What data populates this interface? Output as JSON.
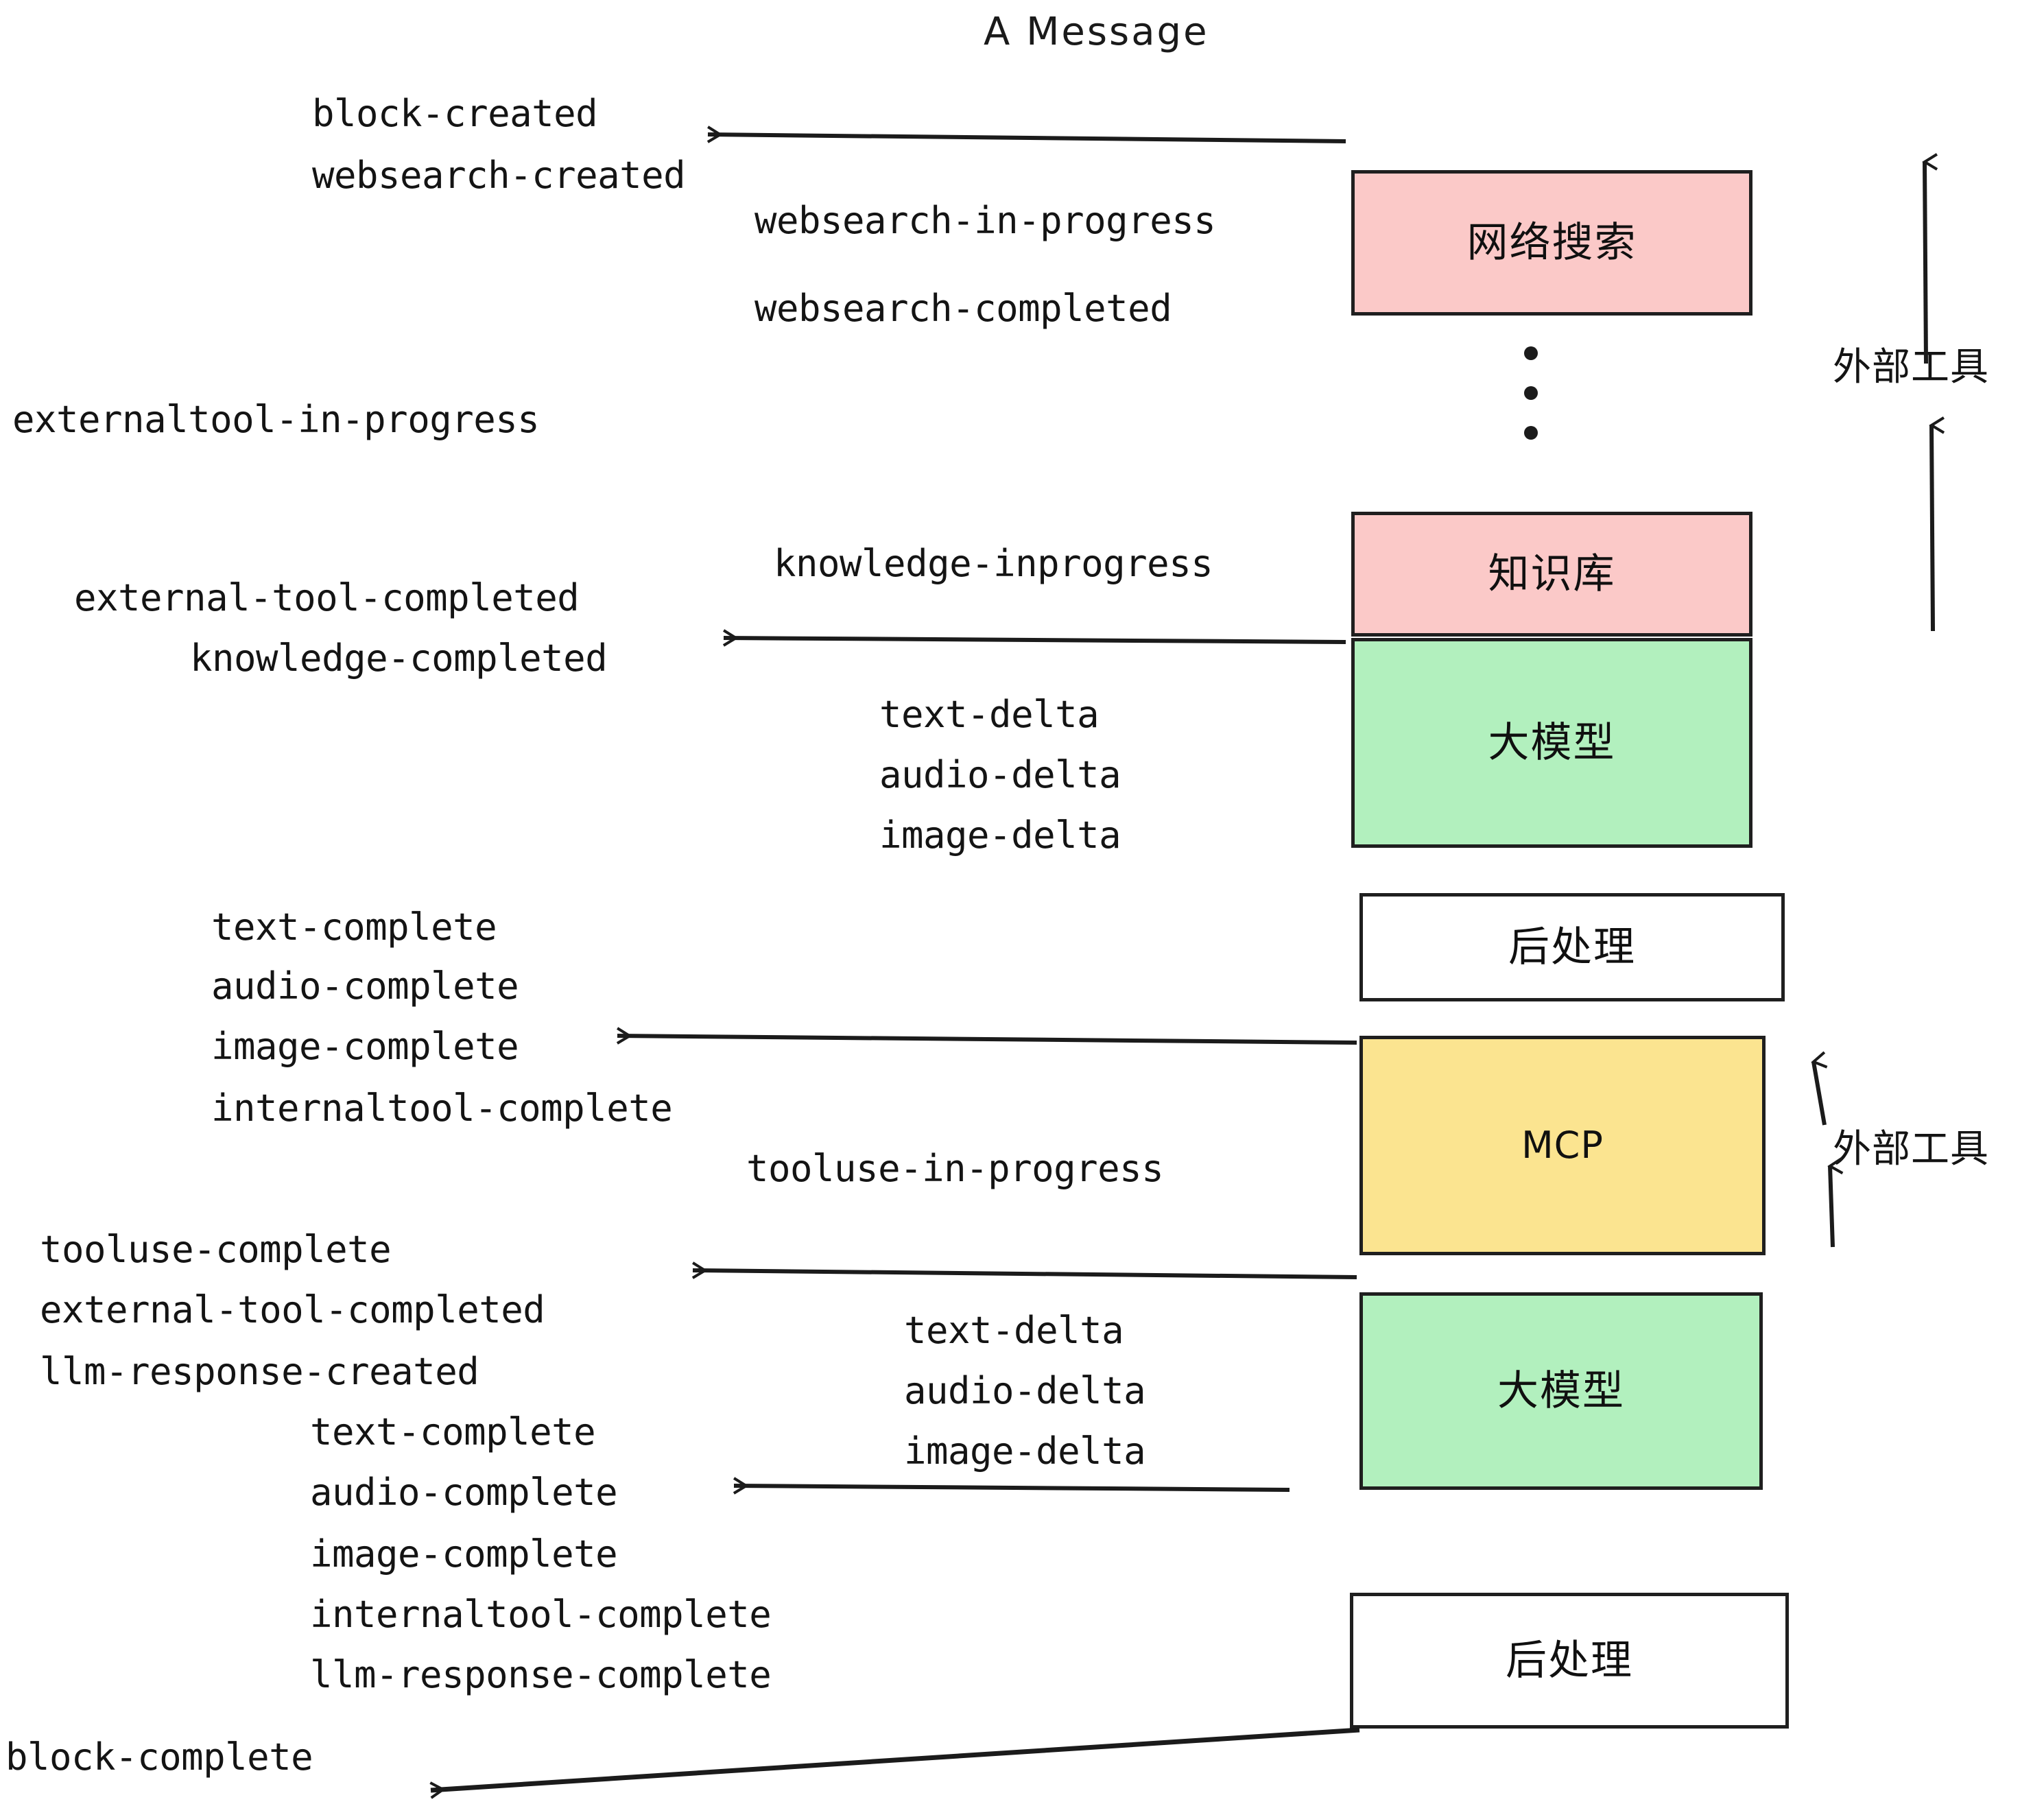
{
  "title": "A Message",
  "events": {
    "block_created": "block-created",
    "websearch_created": "websearch-created",
    "websearch_in_progress": "websearch-in-progress",
    "websearch_completed": "websearch-completed",
    "externaltool_in_progress": "externaltool-in-progress",
    "knowledge_inprogress": "knowledge-inprogress",
    "external_tool_completed_1": "external-tool-completed",
    "knowledge_completed": "knowledge-completed",
    "text_delta_1": "text-delta",
    "audio_delta_1": "audio-delta",
    "image_delta_1": "image-delta",
    "text_complete_1": "text-complete",
    "audio_complete_1": "audio-complete",
    "image_complete_1": "image-complete",
    "internaltool_complete_1": "internaltool-complete",
    "tooluse_in_progress": "tooluse-in-progress",
    "tooluse_complete": "tooluse-complete",
    "external_tool_completed_2": "external-tool-completed",
    "llm_response_created": "llm-response-created",
    "text_delta_2": "text-delta",
    "audio_delta_2": "audio-delta",
    "image_delta_2": "image-delta",
    "text_complete_2": "text-complete",
    "audio_complete_2": "audio-complete",
    "image_complete_2": "image-complete",
    "internaltool_complete_2": "internaltool-complete",
    "llm_response_complete": "llm-response-complete",
    "block_complete": "block-complete"
  },
  "nodes": {
    "websearch": "网络搜索",
    "knowledge": "知识库",
    "llm_1": "大模型",
    "postprocess_1": "后处理",
    "mcp": "MCP",
    "llm_2": "大模型",
    "postprocess_2": "后处理"
  },
  "annotations": {
    "external_tools_top": "外部工具",
    "external_tools_bottom": "外部工具"
  },
  "colors": {
    "pink": "#FBC9C8",
    "green": "#B2F0BE",
    "yellow": "#FBE490",
    "white": "#FFFFFF",
    "stroke": "#1F1F1F",
    "text": "#141414"
  }
}
